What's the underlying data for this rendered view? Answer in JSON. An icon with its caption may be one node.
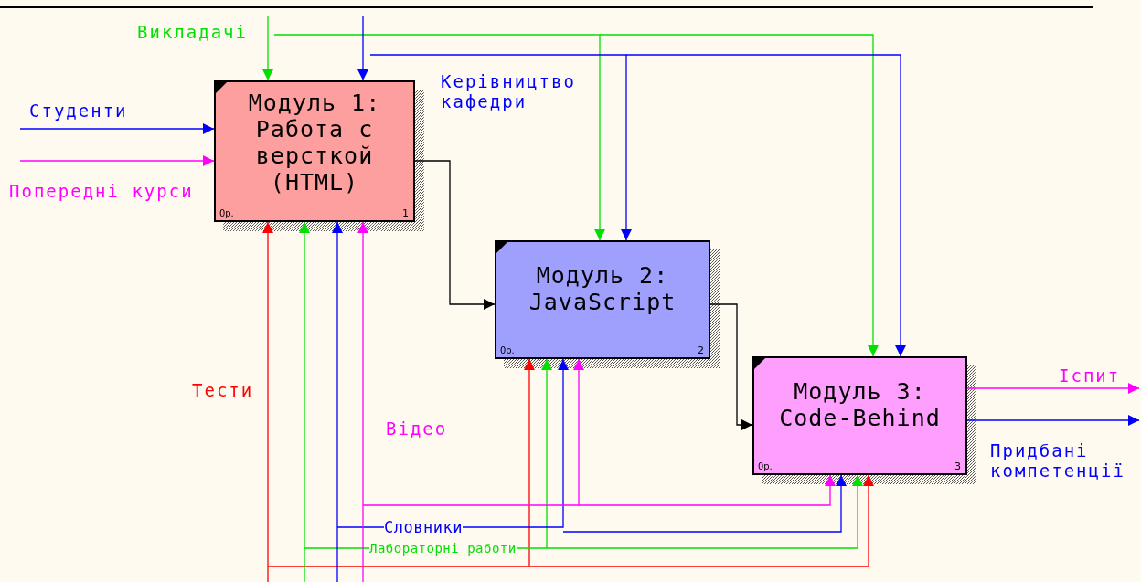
{
  "diagram": {
    "nodes": [
      {
        "text": [
          "Модуль 1: Работа с версткой (HTML)",
          "0р.",
          "1"
        ]
      },
      {
        "text": [
          "Модуль 2: JavaScript",
          "0р.",
          "2"
        ]
      },
      {
        "text": [
          "Модуль 3: Code-Behind",
          "0р.",
          "3"
        ]
      }
    ],
    "edges": [
      {
        "from": null,
        "to": 0,
        "arrow": "to",
        "label": "Студенти",
        "color": "#0000ff"
      },
      {
        "from": null,
        "to": 0,
        "arrow": "to",
        "label": "Попередні курси",
        "color": "#ff00ff"
      },
      {
        "from": null,
        "to": 0,
        "arrow": "to",
        "label": "Викладачі",
        "color": "#00e000"
      },
      {
        "from": null,
        "to": 1,
        "arrow": "to",
        "color": "#00e000"
      },
      {
        "from": null,
        "to": 2,
        "arrow": "to",
        "color": "#00e000"
      },
      {
        "from": null,
        "to": 0,
        "arrow": "to",
        "color": "#0000ff"
      },
      {
        "from": null,
        "to": 1,
        "arrow": "to",
        "label": "Керівництво кафедри",
        "color": "#0000ff"
      },
      {
        "from": null,
        "to": 2,
        "arrow": "to",
        "color": "#0000ff"
      },
      {
        "from": 0,
        "to": 1,
        "arrow": "to",
        "color": "#000000"
      },
      {
        "from": 1,
        "to": 2,
        "arrow": "to",
        "color": "#000000"
      },
      {
        "from": 2,
        "to": null,
        "arrow": "to",
        "label": "Іспит",
        "color": "#ff00ff"
      },
      {
        "from": 2,
        "to": null,
        "arrow": "to",
        "label": "Придбані компетенції",
        "color": "#0000ff"
      },
      {
        "from": null,
        "to": 0,
        "arrow": "to",
        "label": "Тести",
        "color": "#ff0000"
      },
      {
        "from": null,
        "to": 1,
        "arrow": "to",
        "color": "#ff0000"
      },
      {
        "from": null,
        "to": 2,
        "arrow": "to",
        "color": "#ff0000"
      },
      {
        "from": null,
        "to": 0,
        "arrow": "to",
        "color": "#00e000"
      },
      {
        "from": null,
        "to": 1,
        "arrow": "to",
        "label": "Лабораторні работи",
        "color": "#00e000"
      },
      {
        "from": null,
        "to": 2,
        "arrow": "to",
        "color": "#00e000"
      },
      {
        "from": null,
        "to": 0,
        "arrow": "to",
        "color": "#0000ff"
      },
      {
        "from": null,
        "to": 1,
        "arrow": "to",
        "label": "Словники",
        "color": "#0000ff"
      },
      {
        "from": null,
        "to": 2,
        "arrow": "to",
        "color": "#0000ff"
      },
      {
        "from": null,
        "to": 0,
        "arrow": "to",
        "label": "Відео",
        "color": "#ff00ff"
      },
      {
        "from": null,
        "to": 1,
        "arrow": "to",
        "color": "#ff00ff"
      },
      {
        "from": null,
        "to": 2,
        "arrow": "to",
        "color": "#ff00ff"
      }
    ]
  }
}
